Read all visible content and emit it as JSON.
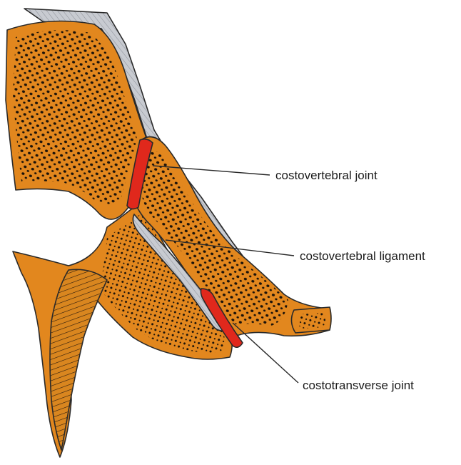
{
  "labels": {
    "costovertebral_joint": "costovertebral joint",
    "costovertebral_ligament": "costovertebral ligament",
    "costotransverse_joint": "costotransverse joint"
  },
  "colors": {
    "bone": "#e2871e",
    "bone_light": "#eda14a",
    "marrow_dots": "#1a120a",
    "cartilage": "#c4c7cd",
    "joint_red": "#e0281c",
    "outline": "#2a2a2a",
    "text": "#1a1a1a"
  }
}
